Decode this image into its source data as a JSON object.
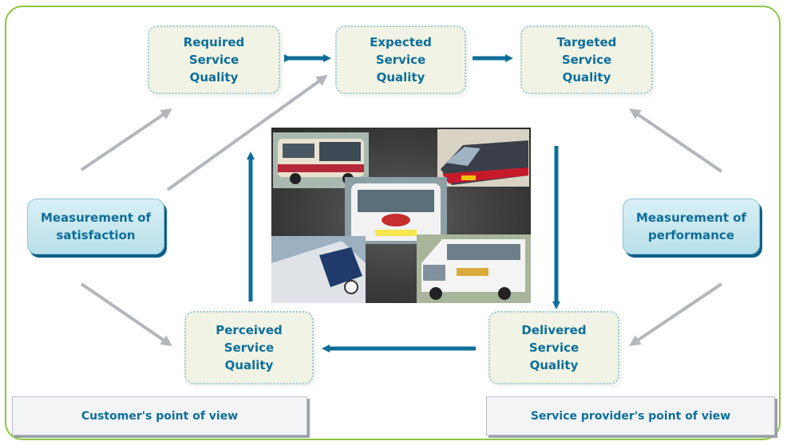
{
  "nodes": {
    "required": "Required\nService\nQuality",
    "expected": "Expected\nService\nQuality",
    "targeted": "Targeted\nService\nQuality",
    "perceived": "Perceived\nService\nQuality",
    "delivered": "Delivered\nService\nQuality",
    "satisfaction": "Measurement of\nsatisfaction",
    "performance": "Measurement of\nperformance"
  },
  "footer": {
    "customer": "Customer's point of view",
    "provider": "Service provider's point of view"
  },
  "colors": {
    "frame": "#8dc63f",
    "text": "#0d6e9a",
    "flow_arrow": "#0d6e9a",
    "measure_arrow": "#b3b6ba",
    "quality_fill": "#f1f4e4"
  },
  "image": {
    "content": "collage of buses, minibuses and trains"
  }
}
